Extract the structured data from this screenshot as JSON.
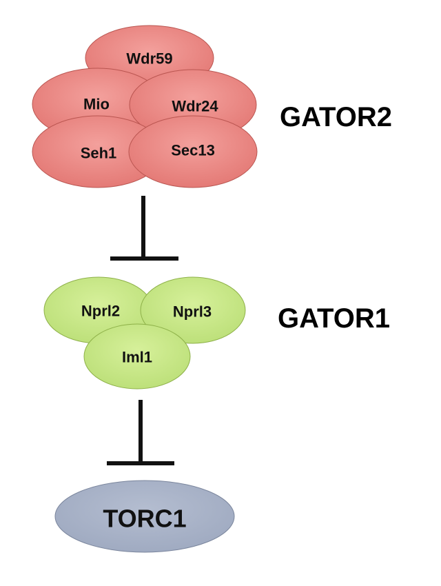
{
  "colors": {
    "gator2_fill": "#ec8783",
    "gator2_stroke": "#b95550",
    "gator1_fill": "#c6e57f",
    "gator1_stroke": "#8db048",
    "torc1_fill": "#a7b1c6",
    "torc1_stroke": "#7a859c",
    "inhibition": "#111111"
  },
  "gator2": {
    "label": "GATOR2",
    "subunits": [
      "Wdr59",
      "Mio",
      "Wdr24",
      "Seh1",
      "Sec13"
    ]
  },
  "gator1": {
    "label": "GATOR1",
    "subunits": [
      "Nprl2",
      "Nprl3",
      "Iml1"
    ]
  },
  "torc1": {
    "label": "TORC1"
  }
}
